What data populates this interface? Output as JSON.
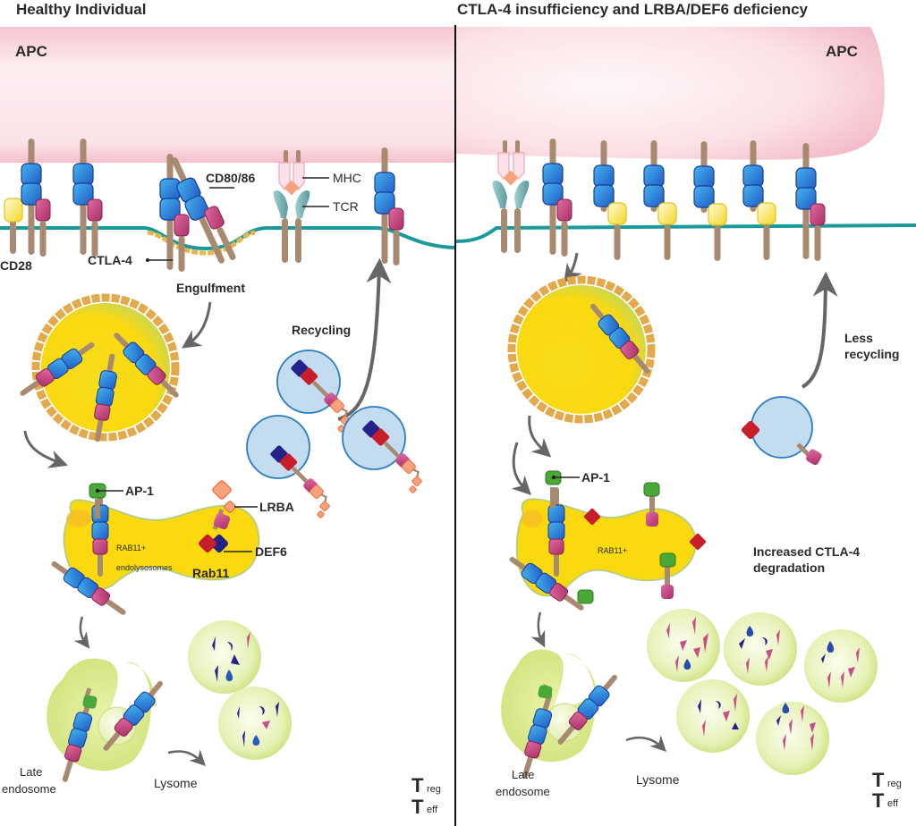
{
  "panels": {
    "left": {
      "title": "Healthy Individual",
      "apc_label": "APC",
      "labels": {
        "cd28": "CD28",
        "ctla4": "CTLA-4",
        "cd80_86": "CD80/86",
        "mhc": "MHC",
        "tcr": "TCR",
        "engulfment": "Engulfment",
        "recycling": "Recycling",
        "ap1": "AP-1",
        "lrba": "LRBA",
        "def6": "DEF6",
        "rab11": "Rab11",
        "rab11_compartment_line1": "RAB11+",
        "rab11_compartment_line2": "endolysosomes",
        "late_endosome_line1": "Late",
        "late_endosome_line2": "endosome",
        "lysosome": "Lysome"
      },
      "legend": {
        "t1": "T",
        "t1_sub": "reg",
        "t2": "T",
        "t2_sub": "eff"
      }
    },
    "right": {
      "title": "CTLA-4 insufficiency and LRBA/DEF6 deficiency",
      "apc_label": "APC",
      "labels": {
        "ap1": "AP-1",
        "rab11_compartment": "RAB11+",
        "less_recycling_line1": "Less",
        "less_recycling_line2": "recycling",
        "degradation_line1": "Increased CTLA-4",
        "degradation_line2": "degradation",
        "late_endosome_line1": "Late",
        "late_endosome_line2": "endosome",
        "lysosome": "Lysome"
      },
      "legend": {
        "t1": "T",
        "t1_sub": "reg",
        "t2": "T",
        "t2_sub": "eff"
      }
    }
  },
  "colors": {
    "apc_pink": "#f4c3cd",
    "membrane_teal": "#1a9a9a",
    "stalk_tan": "#a88a70",
    "cd80_blue": "#2e7fd6",
    "ctla4_magenta": "#c7467e",
    "cd28_yellow": "#f7e04a",
    "vesicle_yellow": "#fbd90f",
    "recycling_blue": "#c4dcf0",
    "lysosome_green": "#d6e88a",
    "lrba_orange": "#f7936a",
    "def6_red": "#c81e2a",
    "rab11_navy": "#23238a",
    "ap1_green": "#4aa838",
    "arrow_gray": "#666666"
  }
}
